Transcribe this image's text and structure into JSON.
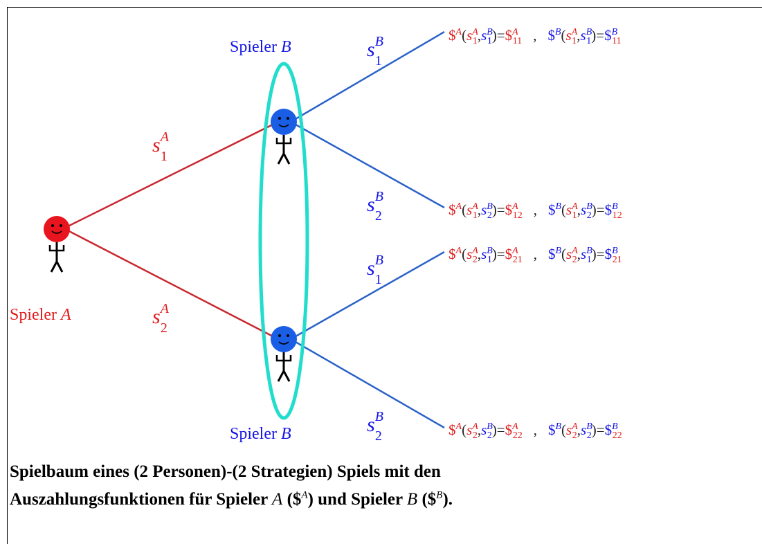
{
  "players": {
    "a": {
      "word": "Spieler",
      "symbol": "A",
      "color": "#e11b1b"
    },
    "b": {
      "word": "Spieler",
      "symbol": "B",
      "color": "#1515e6"
    }
  },
  "strategies": {
    "s": "s",
    "a1": {
      "sup": "A",
      "sub": "1"
    },
    "a2": {
      "sup": "A",
      "sub": "2"
    },
    "b1": {
      "sup": "B",
      "sub": "1"
    },
    "b2": {
      "sup": "B",
      "sub": "2"
    }
  },
  "payoff_text": {
    "dollar": "$",
    "open": "(",
    "comma": ",",
    "close": ")=",
    "sep": ","
  },
  "payoffs": [
    {
      "sa": "1",
      "sb": "1",
      "idx": "11"
    },
    {
      "sa": "1",
      "sb": "2",
      "idx": "12"
    },
    {
      "sa": "2",
      "sb": "1",
      "idx": "21"
    },
    {
      "sa": "2",
      "sb": "2",
      "idx": "22"
    }
  ],
  "caption": {
    "line1": "Spielbaum eines (2 Personen)-(2 Strategien) Spiels mit den",
    "line2_pre": "Auszahlungsfunktionen für Spieler ",
    "line2_a": "A",
    "line2_mid1": " ($",
    "line2_supA": "A",
    "line2_mid2": ") und Spieler ",
    "line2_b": "B",
    "line2_mid3": " ($",
    "line2_supB": "B",
    "line2_end": ")."
  },
  "colors": {
    "branch_a": "#c8282e",
    "branch_b": "#2a62c8",
    "info_set": "#22ddcc",
    "node_a": "#e8141e",
    "node_b": "#1a5ee6",
    "text_dark": "#222222"
  },
  "icons": {
    "player_a_node": "stick-figure-icon",
    "player_b_node": "stick-figure-icon"
  }
}
